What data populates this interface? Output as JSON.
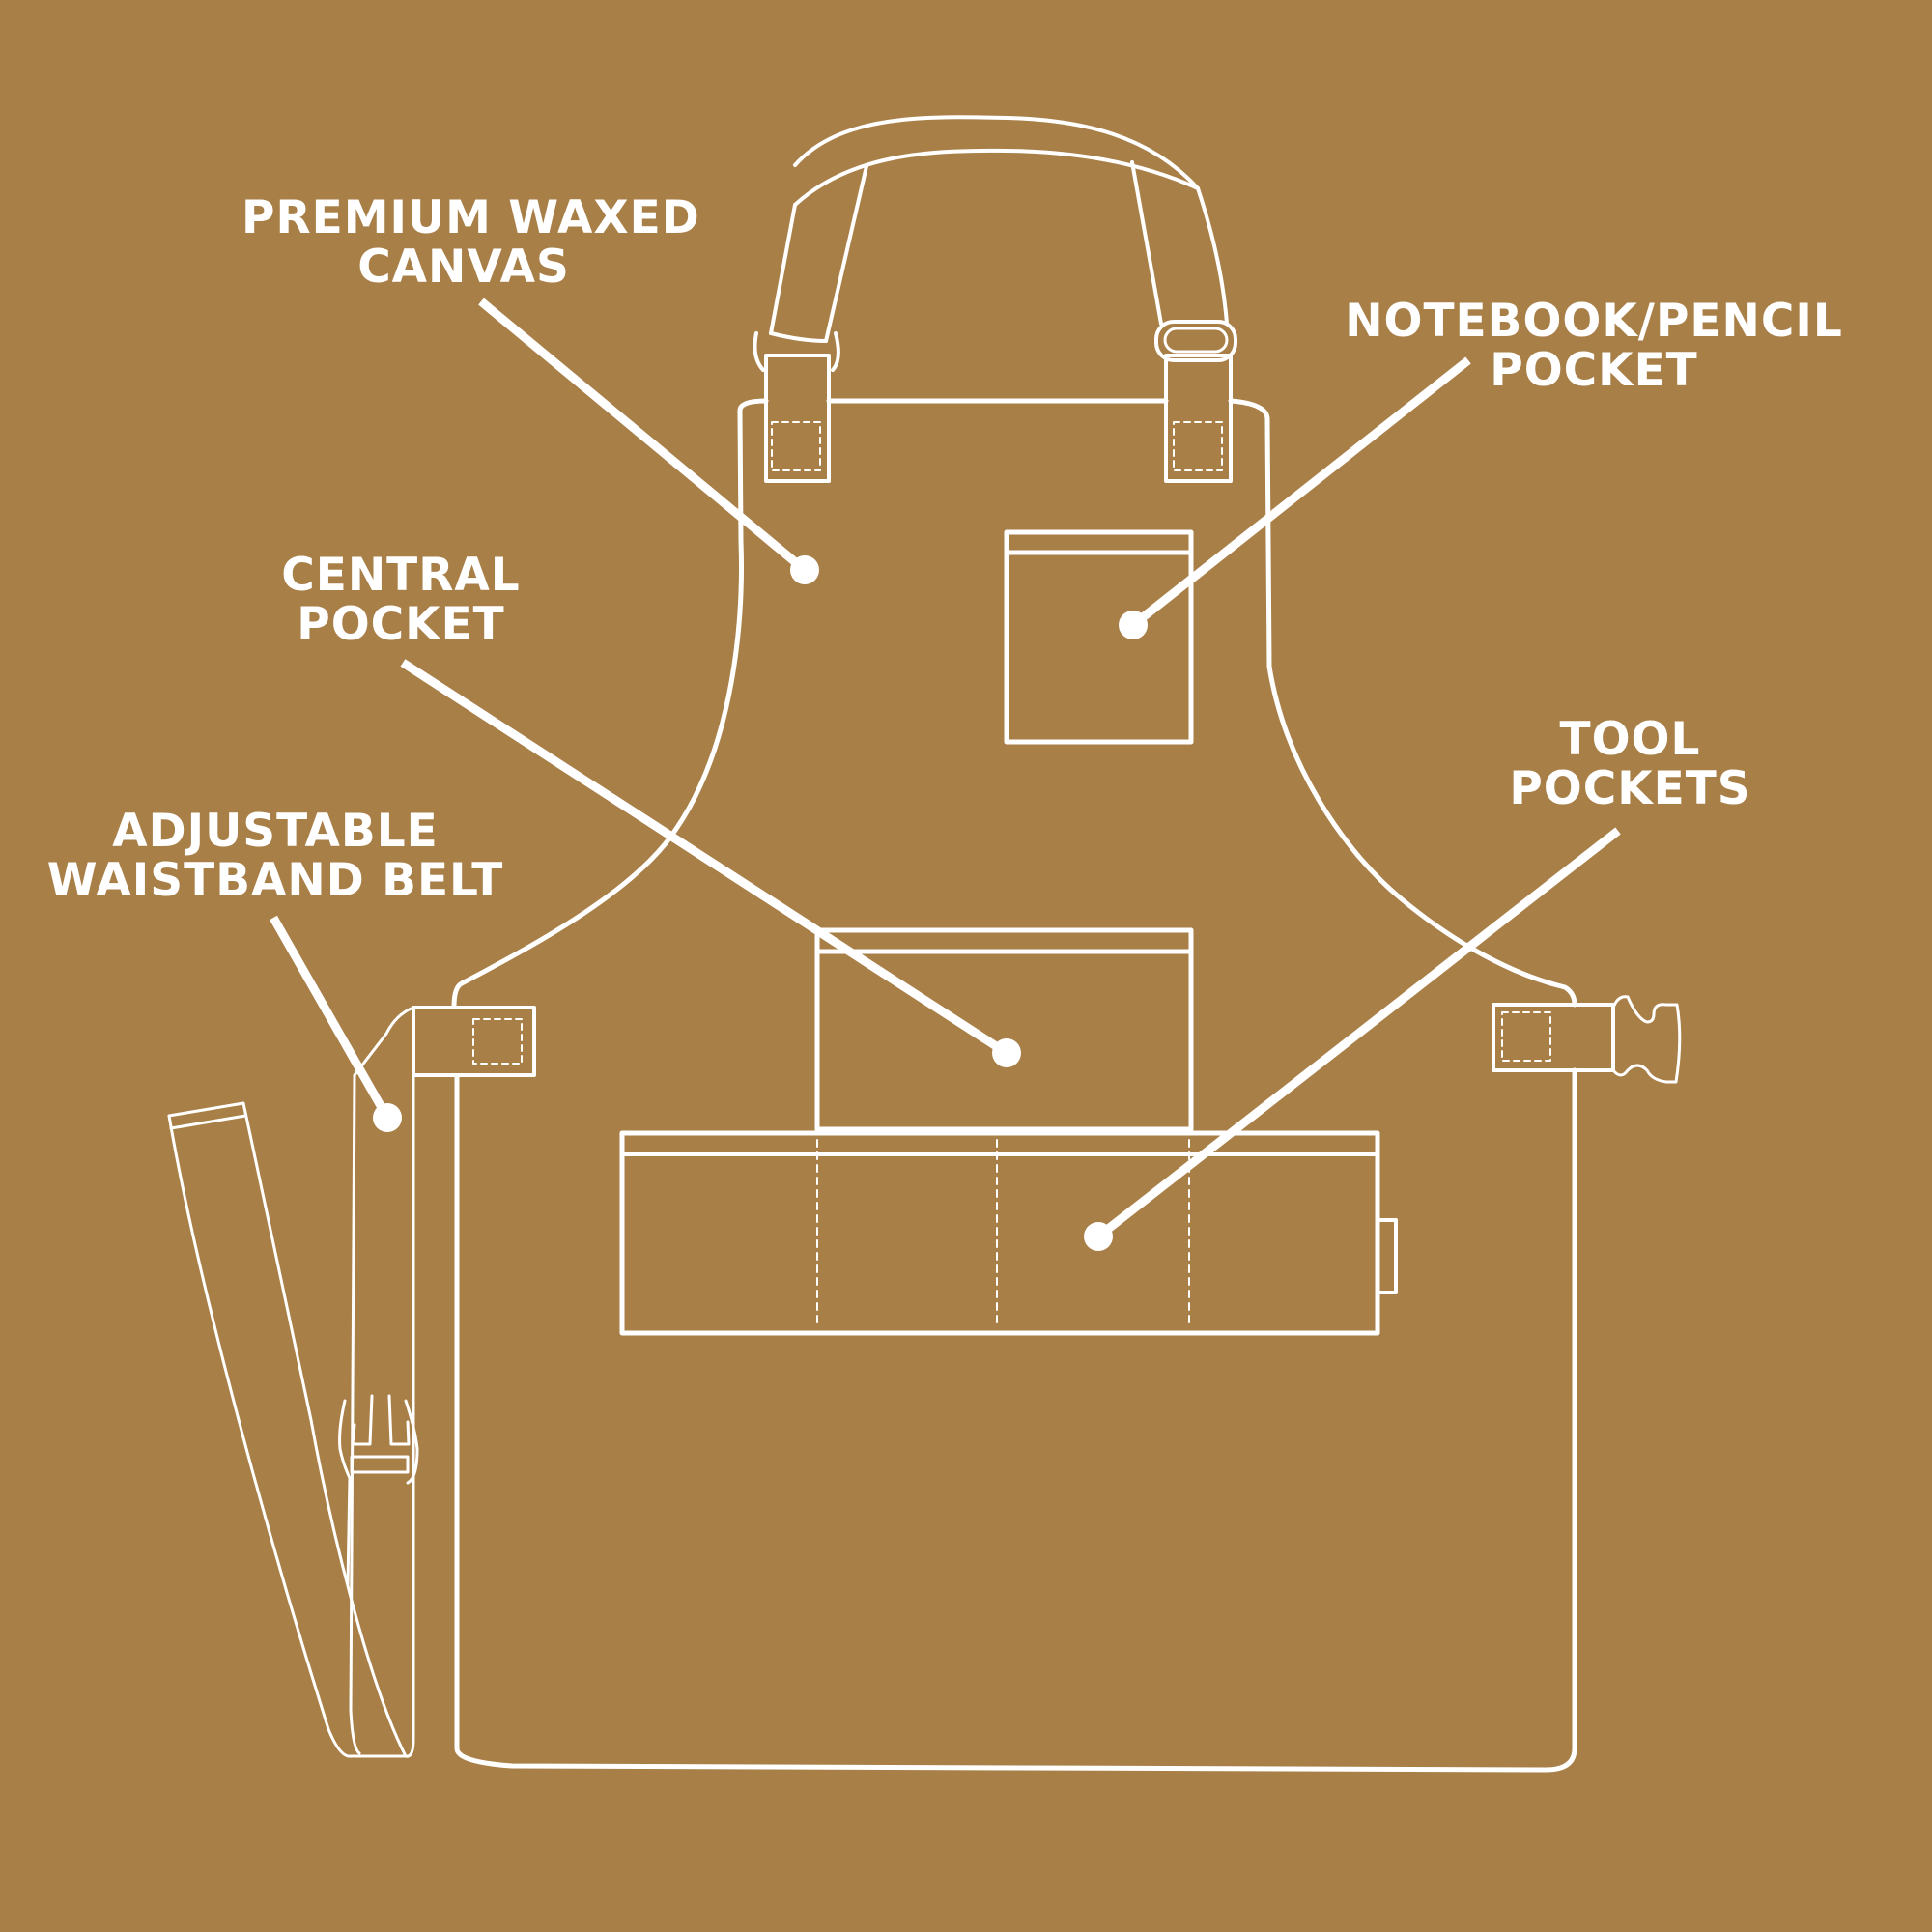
{
  "background_color": "#a97f48",
  "line_color": "#ffffff",
  "subject": "work-apron",
  "callouts": [
    {
      "id": "premium-waxed-canvas",
      "lines": [
        "PREMIUM WAXED",
        "CANVAS"
      ]
    },
    {
      "id": "notebook-pencil-pocket",
      "lines": [
        "NOTEBOOK/PENCIL",
        "POCKET"
      ]
    },
    {
      "id": "central-pocket",
      "lines": [
        "CENTRAL",
        "POCKET"
      ]
    },
    {
      "id": "tool-pockets",
      "lines": [
        "TOOL",
        "POCKETS"
      ]
    },
    {
      "id": "adjustable-waistband-belt",
      "lines": [
        "ADJUSTABLE",
        "WAISTBAND BELT"
      ]
    }
  ]
}
